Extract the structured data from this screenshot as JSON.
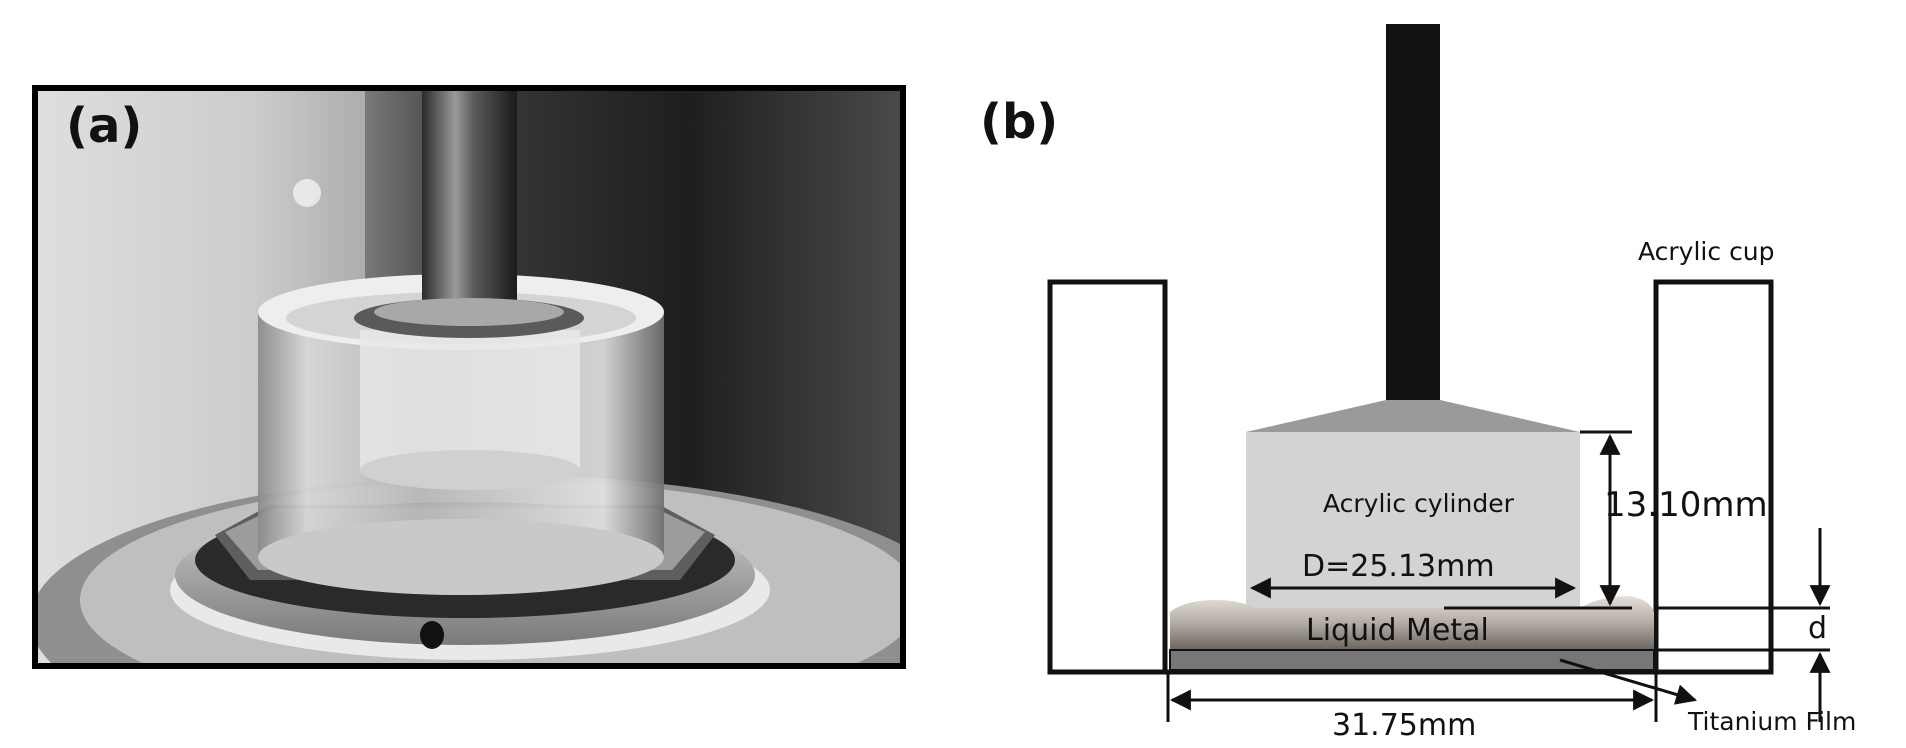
{
  "panel_a": {
    "label": "(a)"
  },
  "panel_b": {
    "label": "(b)",
    "labels": {
      "acrylic_cup": "Acrylic cup",
      "acrylic_cylinder": "Acrylic cylinder",
      "height": "13.10mm",
      "diameter": "D=25.13mm",
      "liquid_metal": "Liquid Metal",
      "gap": "d",
      "width": "31.75mm",
      "titanium_film": "Titanium Film"
    }
  },
  "colors": {
    "shaft": "#111111",
    "cylinder": "#d3d3d3",
    "cone": "#9a9a9a",
    "liquid_metal": "#b3aca4",
    "titanium_film": "#777777",
    "outline": "#111111"
  }
}
